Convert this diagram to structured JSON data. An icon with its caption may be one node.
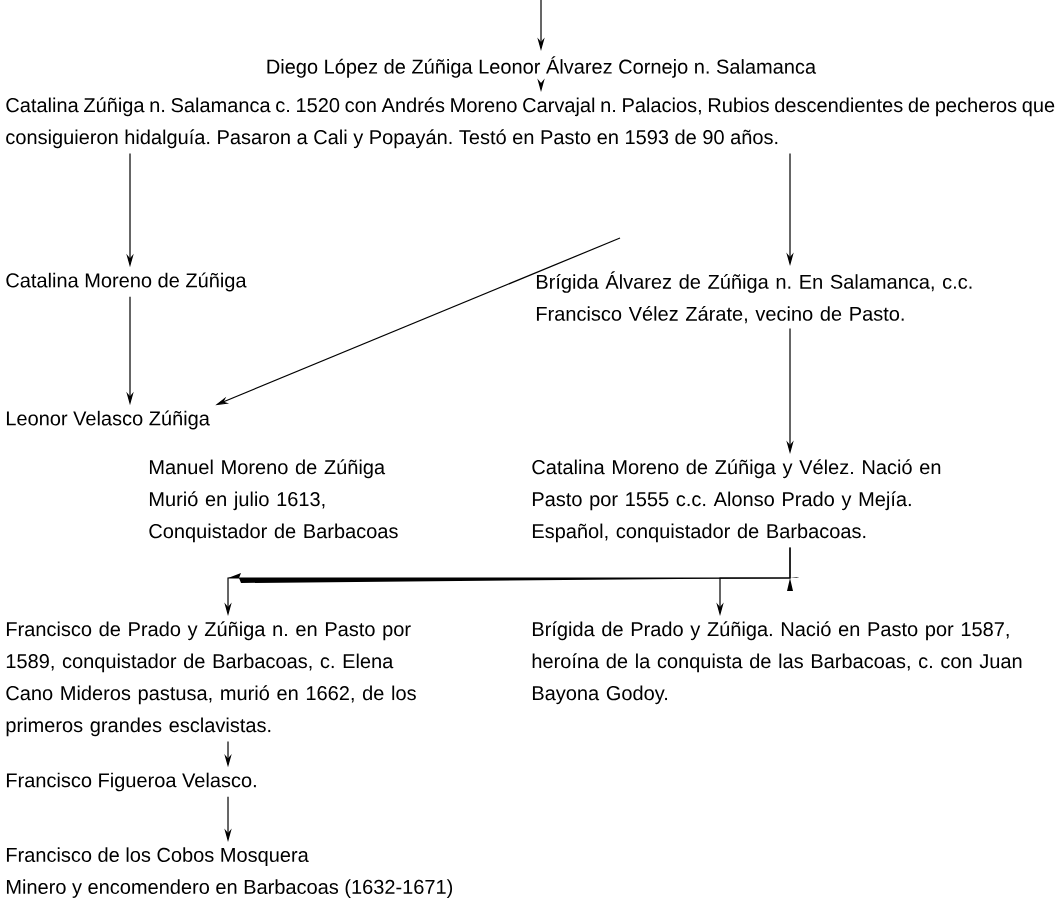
{
  "diagram": {
    "nodes": [
      {
        "text": [
          "Diego López de Zúñiga Leonor Álvarez Cornejo n. Salamanca"
        ]
      },
      {
        "text": [
          "Catalina Zúñiga n. Salamanca c. 1520 con Andrés Moreno Carvajal n. Palacios, Rubios descendientes de pecheros que consiguieron hidalguía. Pasaron a Cali y Popayán. Testó en Pasto en 1593 de 90 años."
        ]
      },
      {
        "text": [
          "Catalina Moreno de Zúñiga"
        ]
      },
      {
        "text": [
          "Brígida Álvarez de Zúñiga n. En Salamanca, c.c. Francisco Vélez Zárate, vecino de Pasto."
        ]
      },
      {
        "text": [
          "Leonor Velasco Zúñiga"
        ]
      },
      {
        "text": [
          "Manuel Moreno de Zúñiga",
          "Murió en julio 1613, Conquistador de Barbacoas"
        ]
      },
      {
        "text": [
          "Catalina Moreno de Zúñiga y Vélez. Nació en Pasto por 1555 c.c. Alonso Prado y Mejía. Español, conquistador de Barbacoas."
        ]
      },
      {
        "text": [
          "Francisco de Prado y Zúñiga n. en Pasto por 1589, conquistador de Barbacoas, c. Elena Cano Mideros pastusa, murió en 1662, de los primeros grandes esclavistas."
        ]
      },
      {
        "text": [
          "Brígida de Prado y Zúñiga. Nació en Pasto por 1587, heroína de la conquista de las Barbacoas, c. con Juan Bayona Godoy."
        ]
      },
      {
        "text": [
          "Francisco Figueroa Velasco."
        ]
      },
      {
        "text": [
          "Francisco de los Cobos Mosquera",
          "Minero y encomendero en Barbacoas (1632-1671)"
        ]
      }
    ],
    "edges": [
      {
        "from": null,
        "to": 0,
        "arrow": "to"
      },
      {
        "from": 0,
        "to": 1,
        "arrow": "to"
      },
      {
        "from": 1,
        "to": 2,
        "arrow": "to"
      },
      {
        "from": 1,
        "to": 3,
        "arrow": "to"
      },
      {
        "from": null,
        "to": 4,
        "arrow": "to"
      },
      {
        "from": 2,
        "to": 4,
        "arrow": "to"
      },
      {
        "from": 3,
        "to": 6,
        "arrow": "to"
      },
      {
        "from": 6,
        "to": 7,
        "arrow": "to"
      },
      {
        "from": 6,
        "to": 8,
        "arrow": "to"
      },
      {
        "from": 7,
        "to": 9,
        "arrow": "to"
      },
      {
        "from": 9,
        "to": 10,
        "arrow": "to"
      }
    ]
  }
}
